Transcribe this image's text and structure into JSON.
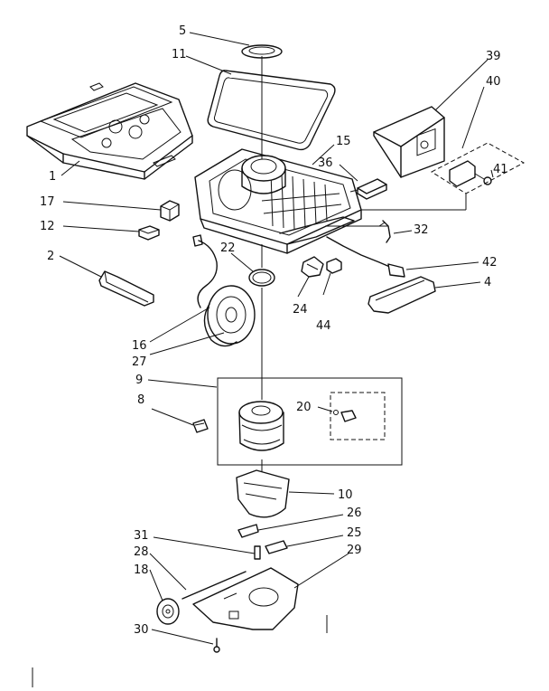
{
  "diagram": {
    "part_labels": {
      "p1": "1",
      "p2": "2",
      "p4": "4",
      "p5": "5",
      "p8": "8",
      "p9": "9",
      "p10": "10",
      "p11": "11",
      "p12": "12",
      "p15": "15",
      "p16": "16",
      "p17": "17",
      "p18": "18",
      "p20": "20",
      "p22": "22",
      "p24": "24",
      "p25": "25",
      "p26": "26",
      "p27": "27",
      "p28": "28",
      "p29": "29",
      "p30": "30",
      "p31": "31",
      "p32": "32",
      "p36": "36",
      "p39": "39",
      "p40": "40",
      "p41": "41",
      "p42": "42",
      "p44": "44"
    },
    "colors": {
      "ink": "#111111",
      "paper": "#ffffff"
    }
  }
}
